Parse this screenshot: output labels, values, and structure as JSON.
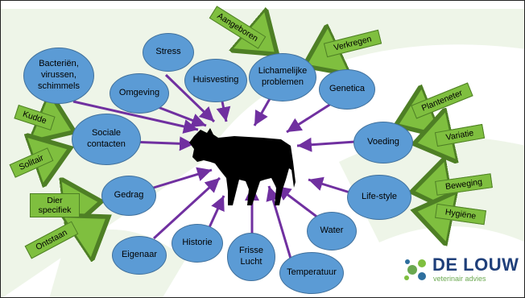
{
  "bubbles": {
    "bacterien": "Bacteriën,\nvirussen,\nschimmels",
    "stress": "Stress",
    "omgeving": "Omgeving",
    "huisvesting": "Huisvesting",
    "lichamelijk": "Lichamelijke\nproblemen",
    "genetica": "Genetica",
    "sociale": "Sociale\ncontacten",
    "voeding": "Voeding",
    "gedrag": "Gedrag",
    "lifestyle": "Life-style",
    "water": "Water",
    "eigenaar": "Eigenaar",
    "historie": "Historie",
    "frisse": "Frisse\nLucht",
    "temperatuur": "Temperatuur"
  },
  "tags": {
    "aangeboren": "Aangeboren",
    "verkregen": "Verkregen",
    "kudde": "Kudde",
    "solitair": "Solitair",
    "dier": "Dier\nspecifiek",
    "ontstaan": "Ontstaan",
    "planteneter": "Planteneter",
    "variatie": "Variatie",
    "beweging": "Beweging",
    "hygiene": "Hygiëne"
  },
  "logo": {
    "name": "DE LOUW",
    "sub": "veterinair advies"
  },
  "colors": {
    "bubble": "#5b9bd5",
    "tag": "#7fbf3f",
    "arrow": "#7030a0",
    "cow": "#000000"
  }
}
